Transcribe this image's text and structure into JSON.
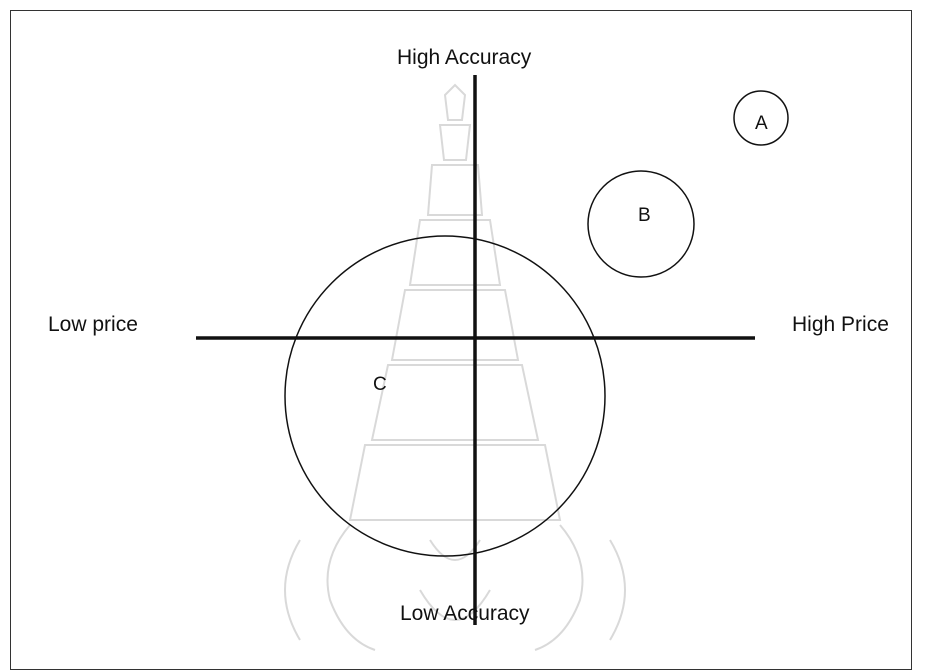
{
  "diagram": {
    "axes": {
      "top_label": "High Accuracy",
      "bottom_label": "Low Accuracy",
      "left_label": "Low price",
      "right_label": "High Price"
    },
    "positions": [
      {
        "label": "A"
      },
      {
        "label": "B"
      },
      {
        "label": "C"
      }
    ],
    "colors": {
      "line": "#111111",
      "watermark": "#d9d9d9"
    }
  }
}
